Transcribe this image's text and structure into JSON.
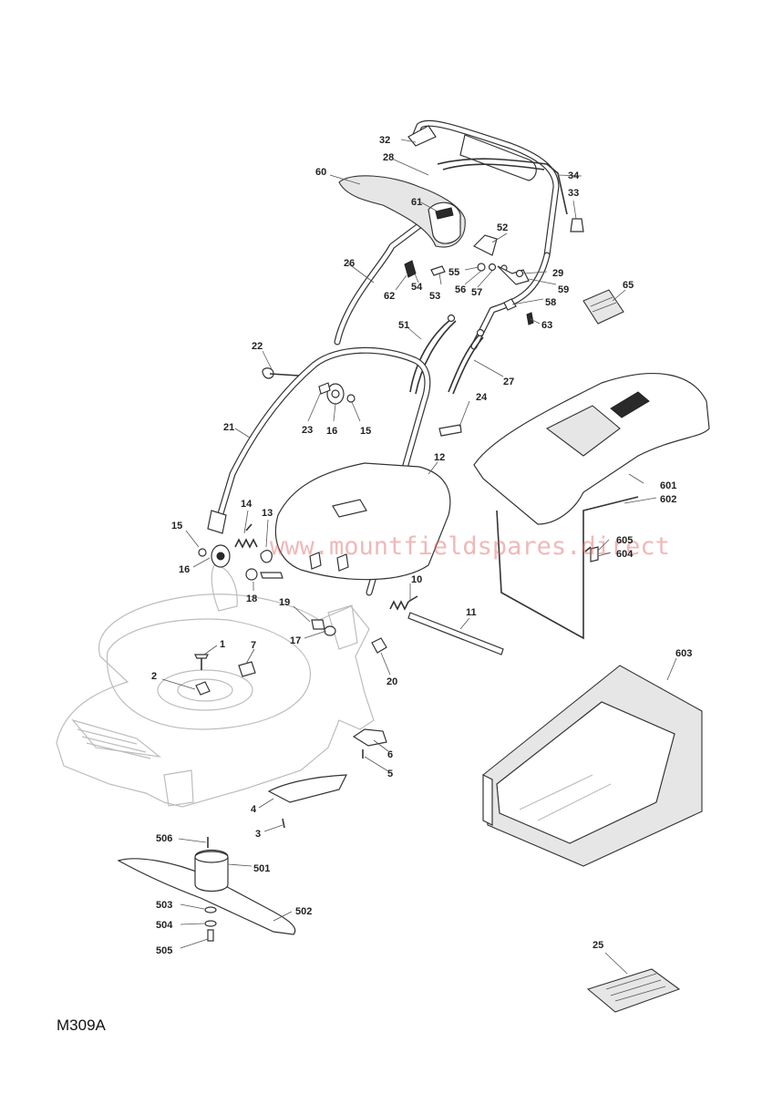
{
  "drawing_code": "M309A",
  "watermark": "www.mountfieldspares.direct",
  "callouts": [
    {
      "id": "c1",
      "label": "1"
    },
    {
      "id": "c2",
      "label": "2"
    },
    {
      "id": "c3",
      "label": "3"
    },
    {
      "id": "c4",
      "label": "4"
    },
    {
      "id": "c5",
      "label": "5"
    },
    {
      "id": "c6",
      "label": "6"
    },
    {
      "id": "c7",
      "label": "7"
    },
    {
      "id": "c10",
      "label": "10"
    },
    {
      "id": "c11",
      "label": "11"
    },
    {
      "id": "c12",
      "label": "12"
    },
    {
      "id": "c13",
      "label": "13"
    },
    {
      "id": "c14",
      "label": "14"
    },
    {
      "id": "c15a",
      "label": "15"
    },
    {
      "id": "c15b",
      "label": "15"
    },
    {
      "id": "c16a",
      "label": "16"
    },
    {
      "id": "c16b",
      "label": "16"
    },
    {
      "id": "c17",
      "label": "17"
    },
    {
      "id": "c18",
      "label": "18"
    },
    {
      "id": "c19",
      "label": "19"
    },
    {
      "id": "c20",
      "label": "20"
    },
    {
      "id": "c21",
      "label": "21"
    },
    {
      "id": "c22",
      "label": "22"
    },
    {
      "id": "c23",
      "label": "23"
    },
    {
      "id": "c24",
      "label": "24"
    },
    {
      "id": "c25",
      "label": "25"
    },
    {
      "id": "c26",
      "label": "26"
    },
    {
      "id": "c27",
      "label": "27"
    },
    {
      "id": "c28",
      "label": "28"
    },
    {
      "id": "c29",
      "label": "29"
    },
    {
      "id": "c32",
      "label": "32"
    },
    {
      "id": "c33",
      "label": "33"
    },
    {
      "id": "c34",
      "label": "34"
    },
    {
      "id": "c51",
      "label": "51"
    },
    {
      "id": "c52",
      "label": "52"
    },
    {
      "id": "c53",
      "label": "53"
    },
    {
      "id": "c54",
      "label": "54"
    },
    {
      "id": "c55",
      "label": "55"
    },
    {
      "id": "c56",
      "label": "56"
    },
    {
      "id": "c57",
      "label": "57"
    },
    {
      "id": "c58",
      "label": "58"
    },
    {
      "id": "c59",
      "label": "59"
    },
    {
      "id": "c60",
      "label": "60"
    },
    {
      "id": "c61",
      "label": "61"
    },
    {
      "id": "c62",
      "label": "62"
    },
    {
      "id": "c63",
      "label": "63"
    },
    {
      "id": "c65",
      "label": "65"
    },
    {
      "id": "c501",
      "label": "501"
    },
    {
      "id": "c502",
      "label": "502"
    },
    {
      "id": "c503",
      "label": "503"
    },
    {
      "id": "c504",
      "label": "504"
    },
    {
      "id": "c505",
      "label": "505"
    },
    {
      "id": "c506",
      "label": "506"
    },
    {
      "id": "c601",
      "label": "601"
    },
    {
      "id": "c602",
      "label": "602"
    },
    {
      "id": "c603",
      "label": "603"
    },
    {
      "id": "c604",
      "label": "604"
    },
    {
      "id": "c605",
      "label": "605"
    }
  ]
}
